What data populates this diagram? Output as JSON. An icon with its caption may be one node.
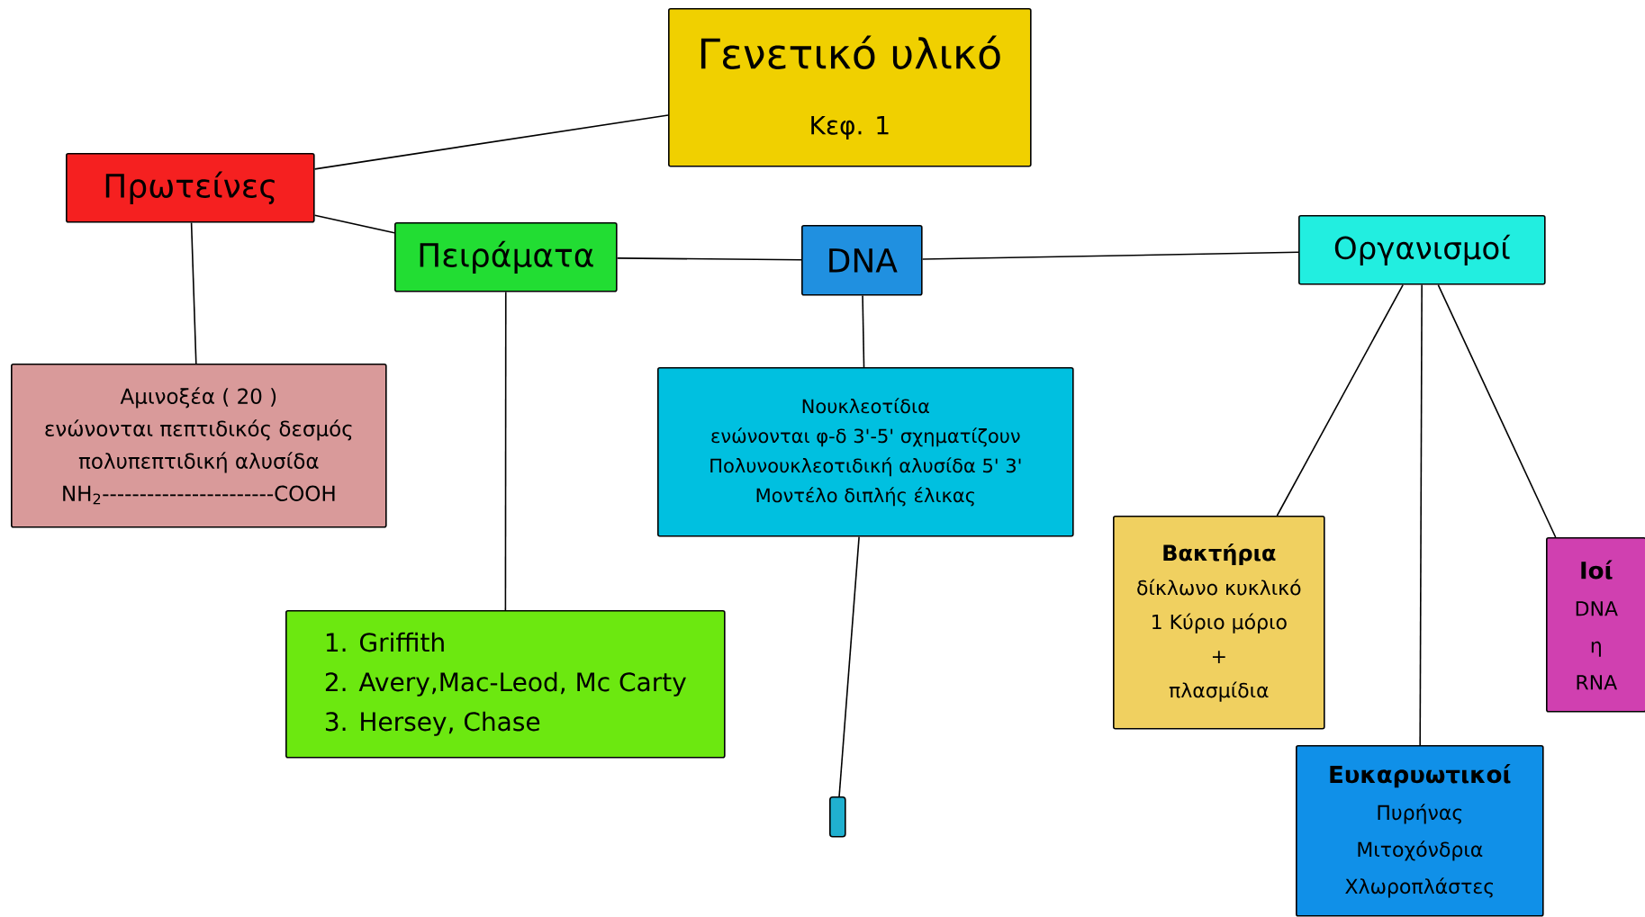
{
  "diagram": {
    "nodes": [
      {
        "text": [
          "Γενετικό υλικό",
          "Κεφ. 1"
        ]
      },
      {
        "text": [
          "Πρωτείνες"
        ]
      },
      {
        "text": [
          "Πειράματα"
        ]
      },
      {
        "text": [
          "DNA"
        ]
      },
      {
        "text": [
          "Οργανισμοί"
        ]
      },
      {
        "text": [
          "Αμινοξέα ( 20 )",
          "ενώνονται πεπτιδικός δεσμός",
          "πολυπεπτιδική αλυσίδα",
          "NH$_{2}$-----------------------COOH"
        ]
      },
      {
        "text": [
          "Νουκλεοτίδια",
          "ενώνονται φ-δ 3'-5' σχηματίζουν",
          "Πολυνουκλεοτιδική αλυσίδα 5' 3'",
          "Μοντέλο διπλής έλικας"
        ]
      },
      {
        "text": [
          "1.  Griffith",
          "2.  Avery,Mac-Leod, Mc Carty",
          "3.  Hersey, Chase"
        ]
      },
      {
        "text": [],
        "shape": "bar"
      },
      {
        "text": [
          "Βακτήρια",
          "δίκλωνο κυκλικό",
          "1 Κύριο μόριο",
          "+",
          "πλασμίδια"
        ]
      },
      {
        "text": [
          "Ιοί",
          "DNA",
          "η",
          "RNA"
        ]
      },
      {
        "text": [
          "Ευκαρυωτικοί",
          "Πυρήνας",
          "Μιτοχόνδρια",
          "Χλωροπλάστες"
        ]
      }
    ],
    "edges": [
      {
        "from": 0,
        "to": 1,
        "arrow": "none"
      },
      {
        "from": 1,
        "to": 2,
        "arrow": "none"
      },
      {
        "from": 1,
        "to": 5,
        "arrow": "none"
      },
      {
        "from": 2,
        "to": 3,
        "arrow": "none"
      },
      {
        "from": 2,
        "to": 7,
        "arrow": "none"
      },
      {
        "from": 3,
        "to": 4,
        "arrow": "none"
      },
      {
        "from": 3,
        "to": 6,
        "arrow": "none"
      },
      {
        "from": 6,
        "to": 8,
        "arrow": "none"
      },
      {
        "from": 4,
        "to": 9,
        "arrow": "none"
      },
      {
        "from": 4,
        "to": 11,
        "arrow": "none"
      },
      {
        "from": 4,
        "to": 10,
        "arrow": "none"
      }
    ]
  }
}
